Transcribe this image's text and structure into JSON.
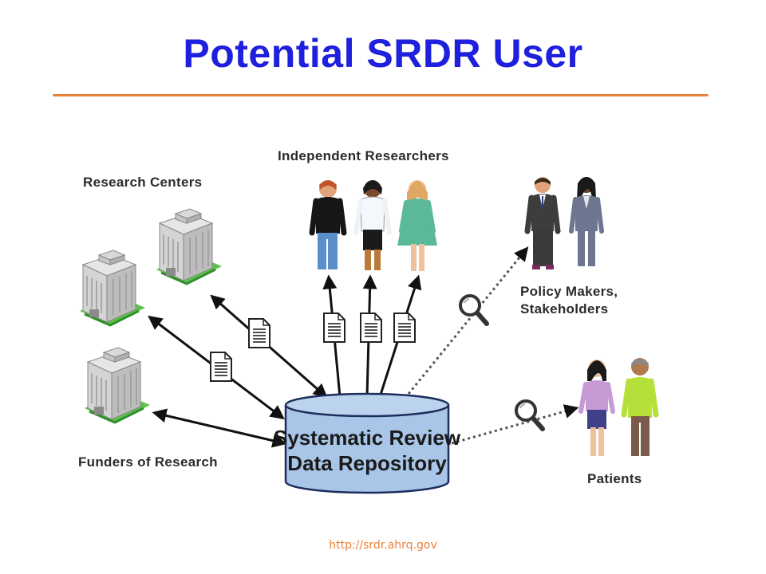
{
  "title": "Potential SRDR User",
  "labels": {
    "independent_researchers": "Independent Researchers",
    "research_centers": "Research Centers",
    "policy_makers_line1": "Policy Makers,",
    "policy_makers_line2": "Stakeholders",
    "funders": "Funders of Research",
    "patients": "Patients"
  },
  "repository": {
    "line1": "Systematic Review",
    "line2": "Data Repository"
  },
  "footer_url": "http://srdr.ahrq.gov",
  "colors": {
    "title": "#1f1fde",
    "accent_rule": "#e8823a",
    "repository_fill": "#a9c5e8",
    "repository_stroke": "#1d2d5c"
  }
}
